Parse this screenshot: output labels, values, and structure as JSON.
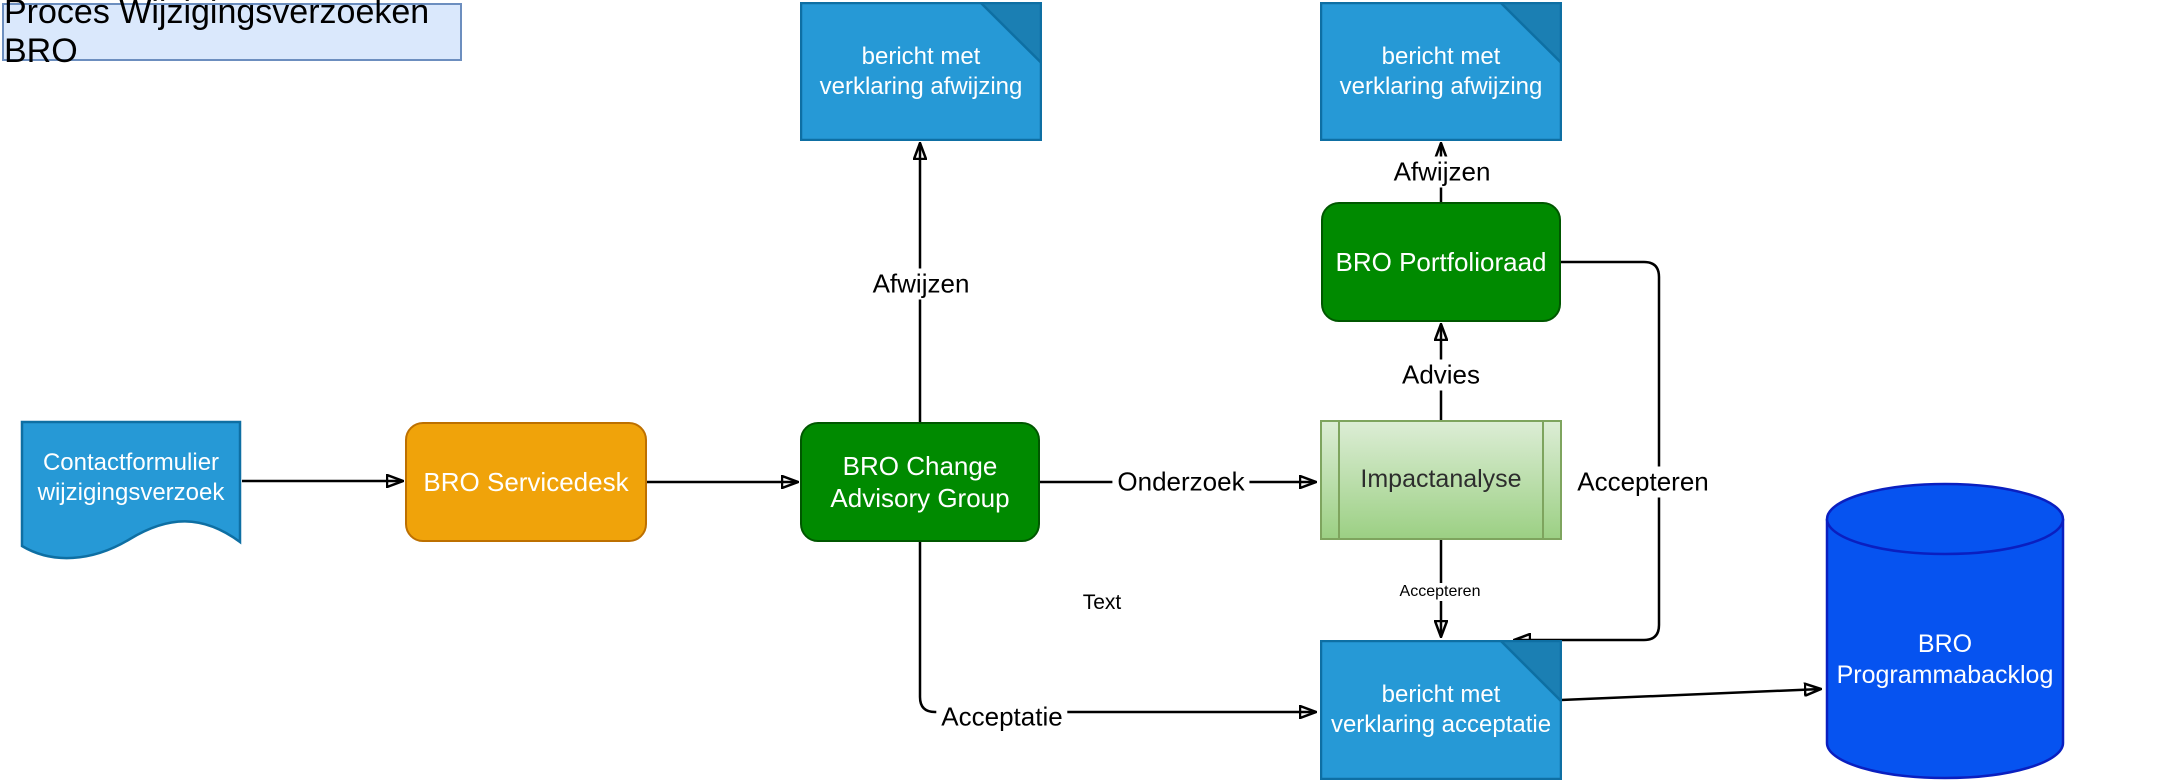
{
  "title": "Proces Wijzigingsverzoeken BRO",
  "nodes": {
    "contactformulier": {
      "label": "Contactformulier\nwijzigingsverzoek"
    },
    "servicedesk": {
      "label": "BRO Servicedesk"
    },
    "cag": {
      "label": "BRO Change\nAdvisory Group"
    },
    "note_afwijzing_1": {
      "label": "bericht met\nverklaring afwijzing"
    },
    "note_afwijzing_2": {
      "label": "bericht met\nverklaring afwijzing"
    },
    "portfolioraad": {
      "label": "BRO Portfolioraad"
    },
    "impactanalyse": {
      "label": "Impactanalyse"
    },
    "note_acceptatie": {
      "label": "bericht met\nverklaring acceptatie"
    },
    "backlog": {
      "label": "BRO\nProgrammabacklog"
    }
  },
  "edge_labels": {
    "afwijzen_cag": "Afwijzen",
    "afwijzen_portfolio": "Afwijzen",
    "onderzoek": "Onderzoek",
    "advies": "Advies",
    "accepteren_right": "Accepteren",
    "accepteren_small": "Accepteren",
    "acceptatie": "Acceptatie",
    "text_label": "Text"
  },
  "colors": {
    "note-fill": "#2699d6",
    "note-fold": "#1b7fb3",
    "note-stroke": "#0e6fa3",
    "doc-fill": "#2699d6",
    "doc-stroke": "#0e6fa3",
    "orange-fill": "#f0a30a",
    "orange-stroke": "#bd7000",
    "green-fill": "#008a00",
    "green-stroke": "#005700",
    "impact-top": "#dcedd5",
    "impact-bottom": "#9cd084",
    "impact-stroke": "#7ea45e",
    "cylinder-fill": "#0653f0",
    "cylinder-stroke": "#0a1fc0",
    "title-fill": "#dae8fc",
    "title-stroke": "#6c8ebf",
    "edge": "#000000"
  }
}
